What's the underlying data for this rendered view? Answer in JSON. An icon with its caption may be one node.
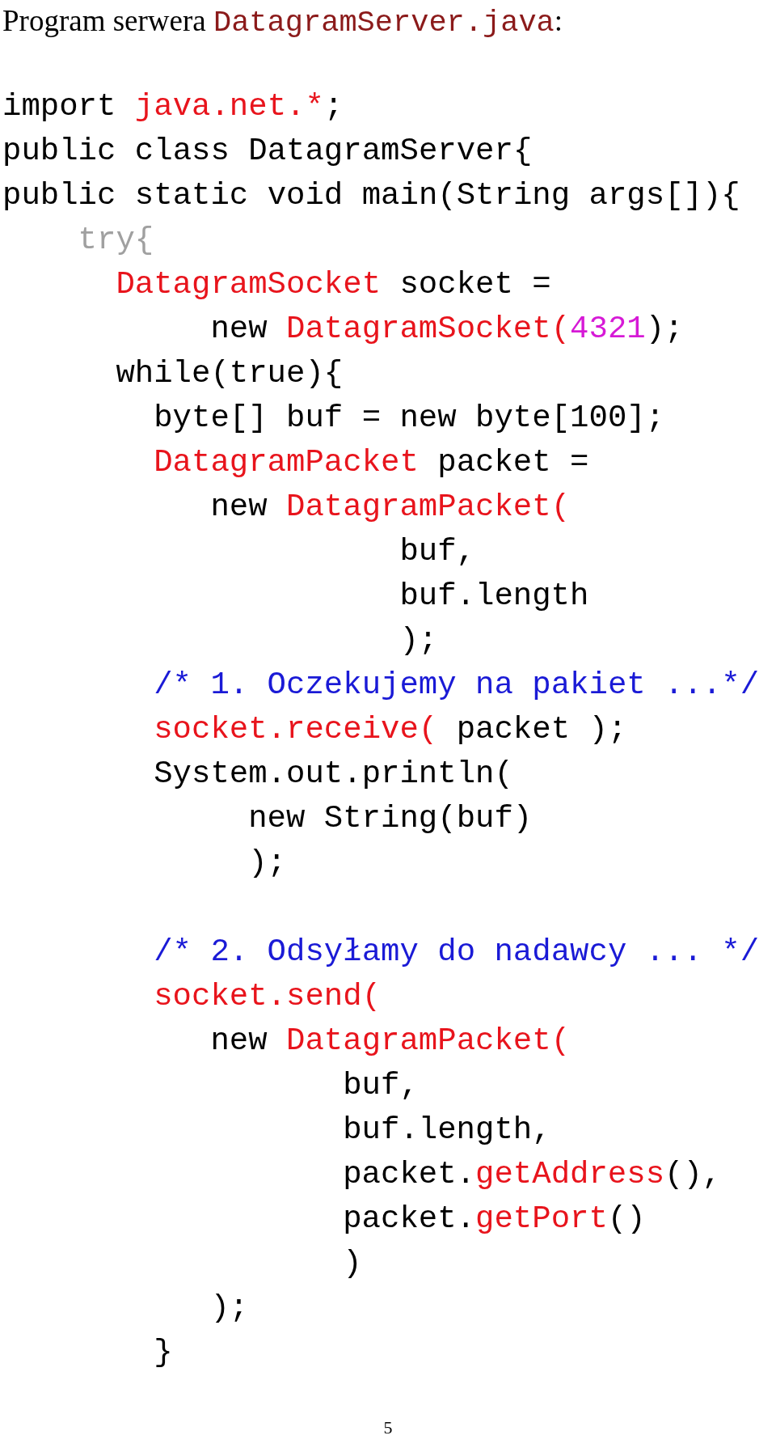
{
  "diagram": {
    "title": "Program serwera DatagramServer.java:",
    "labels": [
      "import java.net.*;",
      "public class DatagramServer{",
      "public static void main(String args[]){",
      "try{",
      "DatagramSocket socket =",
      "new DatagramSocket(4321);",
      "while(true){",
      "byte[] buf = new byte[100];",
      "DatagramPacket packet =",
      "new DatagramPacket(",
      "buf,",
      "buf.length",
      ");",
      "/* 1. Oczekujemy na pakiet ...*/",
      "socket.receive( packet );",
      "System.out.println(",
      "new String(buf)",
      ");",
      "/* 2. Odsyłamy do nadawcy ... */",
      "socket.send(",
      "new DatagramPacket(",
      "buf,",
      "buf.length,",
      "packet.getAddress(),",
      "packet.getPort()",
      ")",
      ");",
      "}",
      "5"
    ]
  }
}
